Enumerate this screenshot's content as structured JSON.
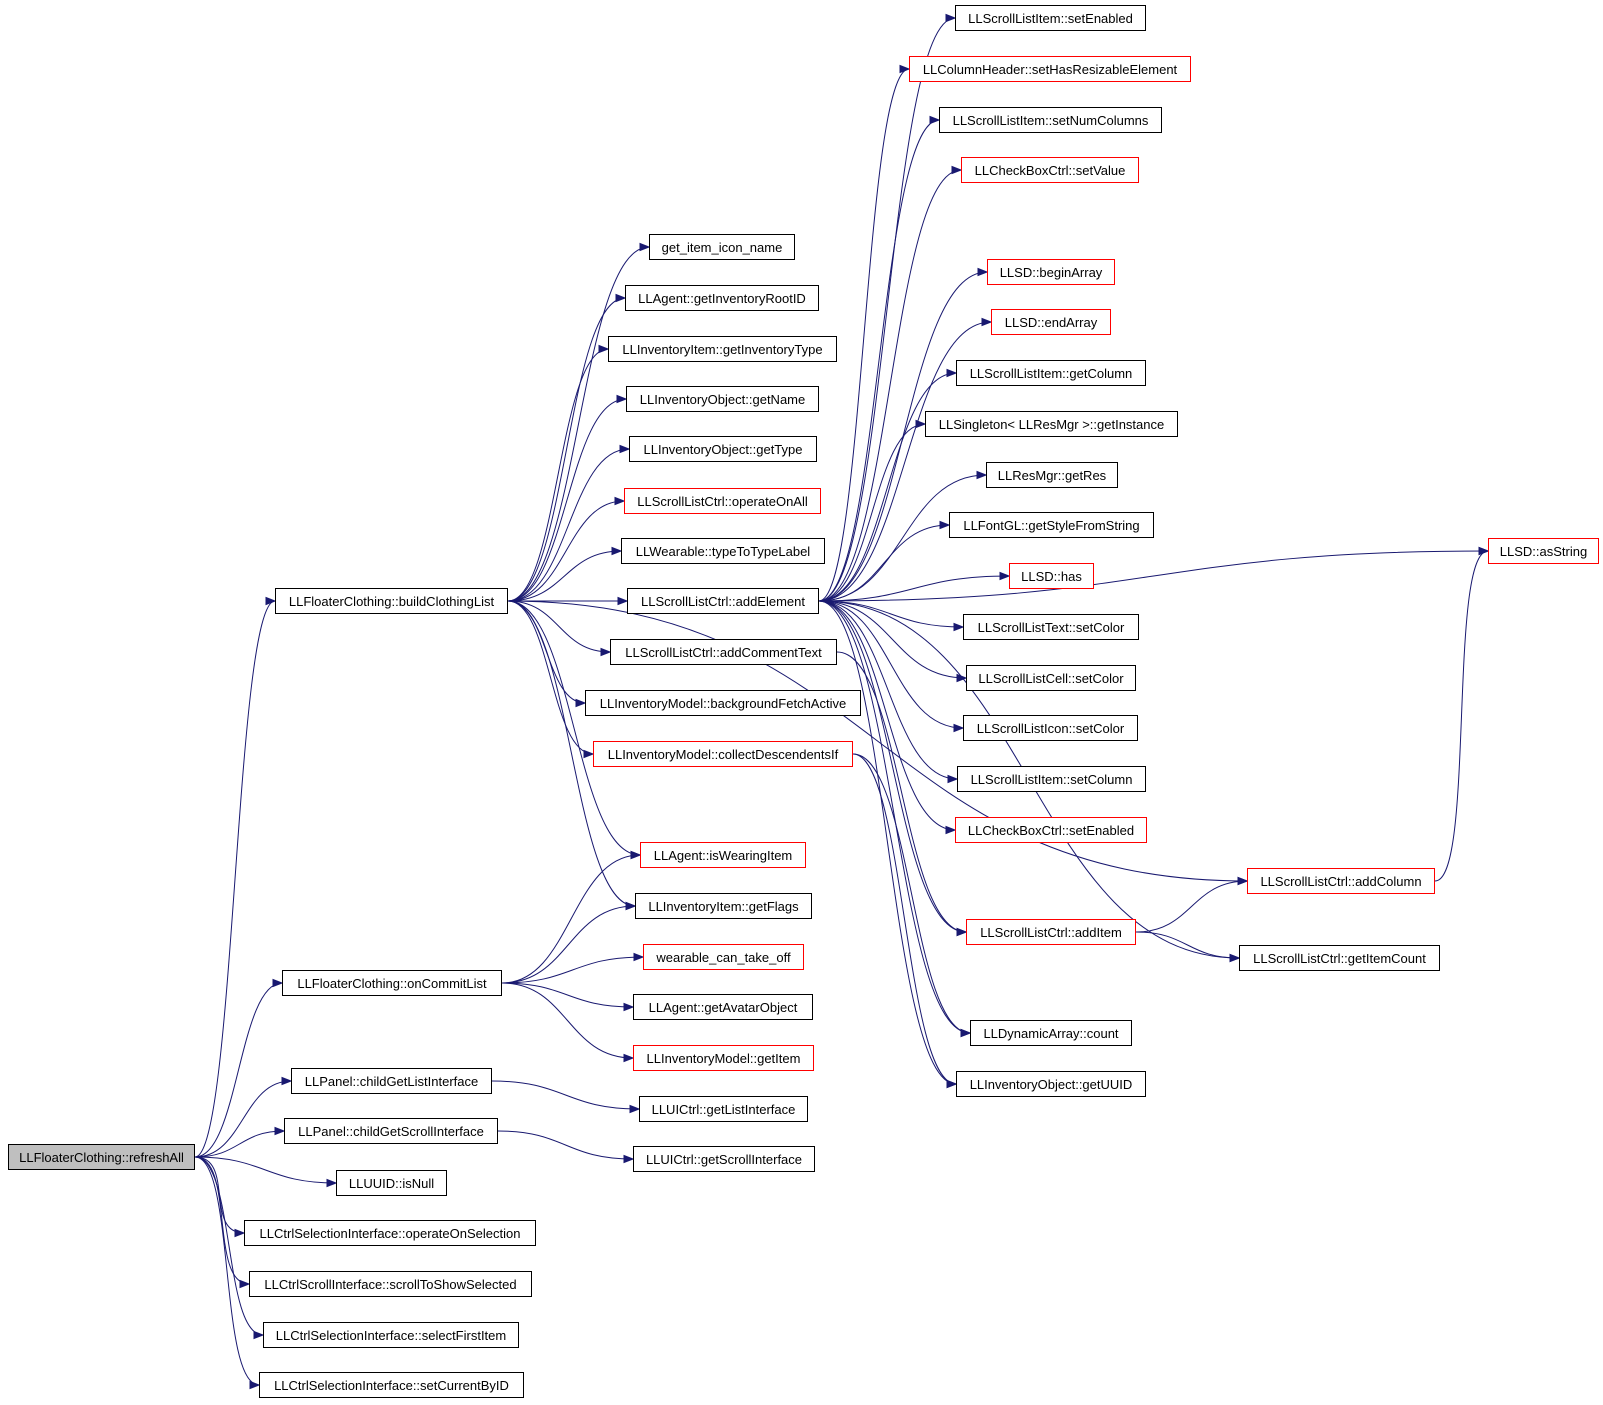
{
  "diagram": {
    "type": "call-graph",
    "colors": {
      "edge": "#191970",
      "node_border": "#000000",
      "node_border_incomplete": "#ff0000",
      "root_fill": "#bfbfbf",
      "background": "#ffffff"
    },
    "nodes": [
      {
        "id": "refreshAll",
        "label": "LLFloaterClothing::refreshAll",
        "style": "root"
      },
      {
        "id": "buildClothingList",
        "label": "LLFloaterClothing::buildClothingList",
        "style": "normal"
      },
      {
        "id": "onCommitList",
        "label": "LLFloaterClothing::onCommitList",
        "style": "normal"
      },
      {
        "id": "childGetListInterface",
        "label": "LLPanel::childGetListInterface",
        "style": "normal"
      },
      {
        "id": "childGetScrollInterface",
        "label": "LLPanel::childGetScrollInterface",
        "style": "normal"
      },
      {
        "id": "isNull",
        "label": "LLUUID::isNull",
        "style": "normal"
      },
      {
        "id": "operateOnSelection",
        "label": "LLCtrlSelectionInterface::operateOnSelection",
        "style": "normal"
      },
      {
        "id": "scrollToShowSelected",
        "label": "LLCtrlScrollInterface::scrollToShowSelected",
        "style": "normal"
      },
      {
        "id": "selectFirstItem",
        "label": "LLCtrlSelectionInterface::selectFirstItem",
        "style": "normal"
      },
      {
        "id": "setCurrentByID",
        "label": "LLCtrlSelectionInterface::setCurrentByID",
        "style": "normal"
      },
      {
        "id": "get_item_icon_name",
        "label": "get_item_icon_name",
        "style": "normal"
      },
      {
        "id": "getInventoryRootID",
        "label": "LLAgent::getInventoryRootID",
        "style": "normal"
      },
      {
        "id": "getInventoryType",
        "label": "LLInventoryItem::getInventoryType",
        "style": "normal"
      },
      {
        "id": "getName",
        "label": "LLInventoryObject::getName",
        "style": "normal"
      },
      {
        "id": "getType",
        "label": "LLInventoryObject::getType",
        "style": "normal"
      },
      {
        "id": "operateOnAll",
        "label": "LLScrollListCtrl::operateOnAll",
        "style": "incomplete"
      },
      {
        "id": "typeToTypeLabel",
        "label": "LLWearable::typeToTypeLabel",
        "style": "normal"
      },
      {
        "id": "addElement",
        "label": "LLScrollListCtrl::addElement",
        "style": "normal"
      },
      {
        "id": "addCommentText",
        "label": "LLScrollListCtrl::addCommentText",
        "style": "normal"
      },
      {
        "id": "backgroundFetchActive",
        "label": "LLInventoryModel::backgroundFetchActive",
        "style": "normal"
      },
      {
        "id": "collectDescendentsIf",
        "label": "LLInventoryModel::collectDescendentsIf",
        "style": "incomplete"
      },
      {
        "id": "isWearingItem",
        "label": "LLAgent::isWearingItem",
        "style": "incomplete"
      },
      {
        "id": "getFlags",
        "label": "LLInventoryItem::getFlags",
        "style": "normal"
      },
      {
        "id": "wearable_can_take_off",
        "label": "wearable_can_take_off",
        "style": "incomplete"
      },
      {
        "id": "getAvatarObject",
        "label": "LLAgent::getAvatarObject",
        "style": "normal"
      },
      {
        "id": "getItem",
        "label": "LLInventoryModel::getItem",
        "style": "incomplete"
      },
      {
        "id": "getListInterface",
        "label": "LLUICtrl::getListInterface",
        "style": "normal"
      },
      {
        "id": "getScrollInterface",
        "label": "LLUICtrl::getScrollInterface",
        "style": "normal"
      },
      {
        "id": "setEnabledItem",
        "label": "LLScrollListItem::setEnabled",
        "style": "normal"
      },
      {
        "id": "setHasResizableElement",
        "label": "LLColumnHeader::setHasResizableElement",
        "style": "incomplete"
      },
      {
        "id": "setNumColumns",
        "label": "LLScrollListItem::setNumColumns",
        "style": "normal"
      },
      {
        "id": "setValue",
        "label": "LLCheckBoxCtrl::setValue",
        "style": "incomplete"
      },
      {
        "id": "beginArray",
        "label": "LLSD::beginArray",
        "style": "incomplete"
      },
      {
        "id": "endArray",
        "label": "LLSD::endArray",
        "style": "incomplete"
      },
      {
        "id": "getColumn",
        "label": "LLScrollListItem::getColumn",
        "style": "normal"
      },
      {
        "id": "getInstance",
        "label": "LLSingleton< LLResMgr >::getInstance",
        "style": "normal"
      },
      {
        "id": "getRes",
        "label": "LLResMgr::getRes",
        "style": "normal"
      },
      {
        "id": "getStyleFromString",
        "label": "LLFontGL::getStyleFromString",
        "style": "normal"
      },
      {
        "id": "has",
        "label": "LLSD::has",
        "style": "incomplete"
      },
      {
        "id": "setColorText",
        "label": "LLScrollListText::setColor",
        "style": "normal"
      },
      {
        "id": "setColorCell",
        "label": "LLScrollListCell::setColor",
        "style": "normal"
      },
      {
        "id": "setColorIcon",
        "label": "LLScrollListIcon::setColor",
        "style": "normal"
      },
      {
        "id": "setColumn",
        "label": "LLScrollListItem::setColumn",
        "style": "normal"
      },
      {
        "id": "setEnabledCheck",
        "label": "LLCheckBoxCtrl::setEnabled",
        "style": "incomplete"
      },
      {
        "id": "addItem",
        "label": "LLScrollListCtrl::addItem",
        "style": "incomplete"
      },
      {
        "id": "count",
        "label": "LLDynamicArray::count",
        "style": "normal"
      },
      {
        "id": "getUUID",
        "label": "LLInventoryObject::getUUID",
        "style": "normal"
      },
      {
        "id": "asString",
        "label": "LLSD::asString",
        "style": "incomplete"
      },
      {
        "id": "addColumn",
        "label": "LLScrollListCtrl::addColumn",
        "style": "incomplete"
      },
      {
        "id": "getItemCount",
        "label": "LLScrollListCtrl::getItemCount",
        "style": "normal"
      }
    ],
    "edges": [
      [
        "refreshAll",
        "buildClothingList"
      ],
      [
        "refreshAll",
        "onCommitList"
      ],
      [
        "refreshAll",
        "childGetListInterface"
      ],
      [
        "refreshAll",
        "childGetScrollInterface"
      ],
      [
        "refreshAll",
        "isNull"
      ],
      [
        "refreshAll",
        "operateOnSelection"
      ],
      [
        "refreshAll",
        "scrollToShowSelected"
      ],
      [
        "refreshAll",
        "selectFirstItem"
      ],
      [
        "refreshAll",
        "setCurrentByID"
      ],
      [
        "buildClothingList",
        "get_item_icon_name"
      ],
      [
        "buildClothingList",
        "getInventoryRootID"
      ],
      [
        "buildClothingList",
        "getInventoryType"
      ],
      [
        "buildClothingList",
        "getName"
      ],
      [
        "buildClothingList",
        "getType"
      ],
      [
        "buildClothingList",
        "operateOnAll"
      ],
      [
        "buildClothingList",
        "typeToTypeLabel"
      ],
      [
        "buildClothingList",
        "addElement"
      ],
      [
        "buildClothingList",
        "addCommentText"
      ],
      [
        "buildClothingList",
        "backgroundFetchActive"
      ],
      [
        "buildClothingList",
        "collectDescendentsIf"
      ],
      [
        "buildClothingList",
        "isWearingItem"
      ],
      [
        "buildClothingList",
        "getFlags"
      ],
      [
        "buildClothingList",
        "addColumn"
      ],
      [
        "onCommitList",
        "isWearingItem"
      ],
      [
        "onCommitList",
        "getFlags"
      ],
      [
        "onCommitList",
        "wearable_can_take_off"
      ],
      [
        "onCommitList",
        "getAvatarObject"
      ],
      [
        "onCommitList",
        "getItem"
      ],
      [
        "childGetListInterface",
        "getListInterface"
      ],
      [
        "childGetScrollInterface",
        "getScrollInterface"
      ],
      [
        "addElement",
        "setEnabledItem"
      ],
      [
        "addElement",
        "setHasResizableElement"
      ],
      [
        "addElement",
        "setNumColumns"
      ],
      [
        "addElement",
        "setValue"
      ],
      [
        "addElement",
        "asString"
      ],
      [
        "addElement",
        "beginArray"
      ],
      [
        "addElement",
        "endArray"
      ],
      [
        "addElement",
        "getColumn"
      ],
      [
        "addElement",
        "getInstance"
      ],
      [
        "addElement",
        "getRes"
      ],
      [
        "addElement",
        "getStyleFromString"
      ],
      [
        "addElement",
        "has"
      ],
      [
        "addElement",
        "setColorText"
      ],
      [
        "addElement",
        "setColorCell"
      ],
      [
        "addElement",
        "setColorIcon"
      ],
      [
        "addElement",
        "setColumn"
      ],
      [
        "addElement",
        "setEnabledCheck"
      ],
      [
        "addElement",
        "addItem"
      ],
      [
        "addElement",
        "count"
      ],
      [
        "addElement",
        "getUUID"
      ],
      [
        "addElement",
        "getItemCount"
      ],
      [
        "addCommentText",
        "addItem"
      ],
      [
        "collectDescendentsIf",
        "count"
      ],
      [
        "collectDescendentsIf",
        "getUUID"
      ],
      [
        "addItem",
        "addColumn"
      ],
      [
        "addItem",
        "getItemCount"
      ],
      [
        "addColumn",
        "asString"
      ]
    ]
  }
}
